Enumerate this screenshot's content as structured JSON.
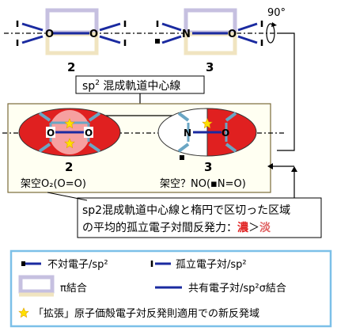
{
  "molecule_left": {
    "atom_a": "O",
    "atom_b": "O",
    "number": "2"
  },
  "molecule_right": {
    "atom_a": "N",
    "atom_b": "O",
    "number": "3",
    "rotation": "90°"
  },
  "center_line_label": {
    "prefix": "sp",
    "sup": "2",
    "text": " 混成軌道中心線"
  },
  "ellipse_left": {
    "atom_a": "O",
    "atom_b": "O",
    "number": "2",
    "caption": "架空O₂(O=O)"
  },
  "ellipse_right": {
    "atom_a": "N",
    "atom_b": "O",
    "number": "3",
    "caption": "架空？NO(▪N=O)"
  },
  "repulsion_note": {
    "line1": "sp2混成軌道中心線と楕円で区切った区域",
    "line2_prefix": "の平均的孤立電子対間反発力：",
    "strong": "濃",
    "gt": "＞",
    "weak": "淡"
  },
  "legend": {
    "unpaired": "不対電子/sp²",
    "lone_pair": "孤立電子対/sp²",
    "pi_bond": "π結合",
    "shared": "共有電子対/sp²σ結合",
    "star_note": "「拡張」原子価殻電子対反発則適用での新反発域"
  },
  "colors": {
    "lavender": "#c6c0e0",
    "beige": "#f0e4c0",
    "navy": "#1a2aa0",
    "red": "#e02020",
    "teal": "#6aa6c4",
    "panel_bg": "#fffff2",
    "panel_border": "#7a6a3a",
    "legend_border": "#7cc0e8",
    "star": "#ffe000"
  }
}
